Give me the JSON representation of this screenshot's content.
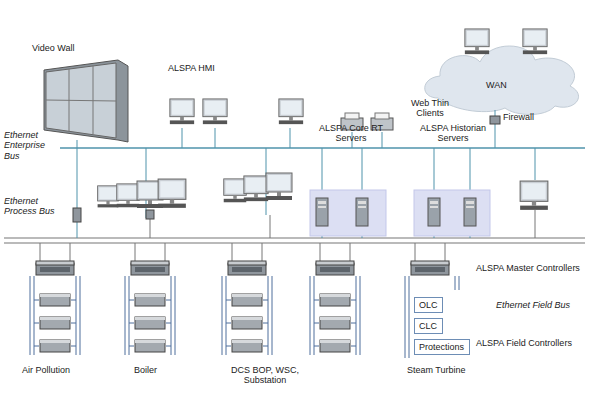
{
  "diagram": {
    "nodes": [
      {
        "text": [
          "OLC"
        ]
      },
      {
        "text": [
          "CLC"
        ]
      },
      {
        "text": [
          "Protections"
        ]
      }
    ],
    "labels": [
      "Video Wall",
      "ALSPA HMI",
      "Web Thin Clients",
      "WAN",
      "Firewall",
      "Ethernet Enterprise Bus",
      "Ethernet Process Bus",
      "ALSPA Core RT Servers",
      "ALSPA Historian Servers",
      "ALSPA Master Controllers",
      "Ethernet Field Bus",
      "ALSPA Field Controllers",
      "Air Pollution",
      "Boiler",
      "DCS BOP, WSC, Substation",
      "Steam Turbine"
    ]
  }
}
